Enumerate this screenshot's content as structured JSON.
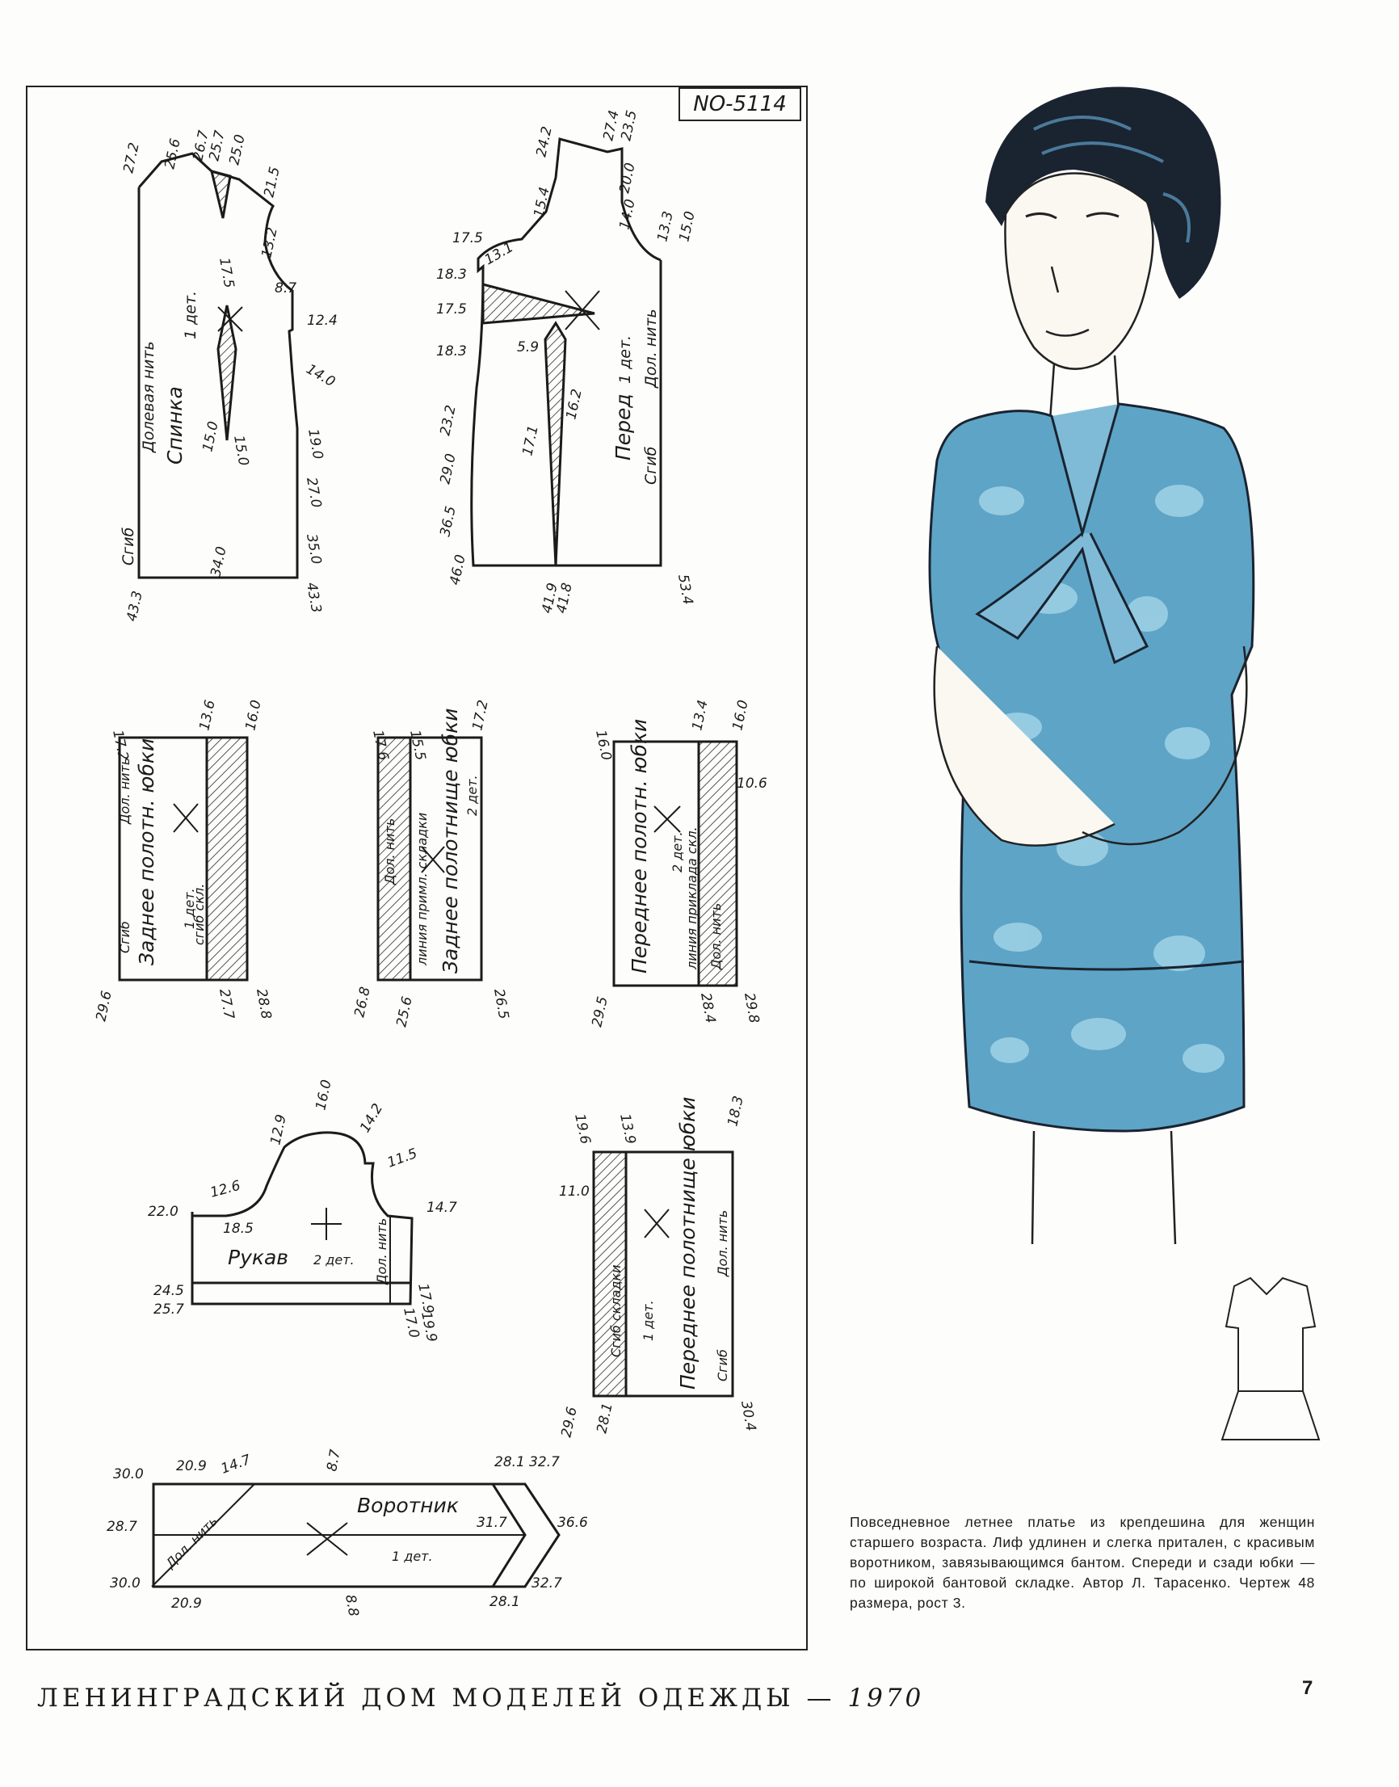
{
  "pattern_code": "NO-5114",
  "pieces": {
    "back": {
      "title": "Спинка",
      "count": "1 дет.",
      "grain": "Долевая нить",
      "fold": "Сгиб",
      "measures": [
        "27.2",
        "25.6",
        "26.7",
        "25.7",
        "25.0",
        "21.5",
        "17.5",
        "13.2",
        "8.7",
        "12.4",
        "14.0",
        "19.0",
        "27.0",
        "35.0",
        "15.0",
        "15.0",
        "34.0",
        "43.3",
        "43.3"
      ]
    },
    "front": {
      "title": "Перед",
      "count": "1 дет.",
      "grain": "Дол. нить",
      "fold": "Сгиб",
      "measures": [
        "24.2",
        "27.4",
        "23.5",
        "20.0",
        "14.0",
        "17.5",
        "13.1",
        "15.4",
        "18.3",
        "17.5",
        "18.3",
        "5.9",
        "16.2",
        "17.1",
        "23.2",
        "29.0",
        "36.5",
        "46.0",
        "41.9",
        "41.8",
        "13.3",
        "15.0",
        "53.4"
      ]
    },
    "back_skirt": {
      "title": "Заднее полотн. юбки",
      "count": "1 дет.",
      "grain": "Дол. нить",
      "fold": "Сгиб",
      "fold_pleat": "сгиб скл.",
      "measures": [
        "17.2",
        "13.6",
        "16.0",
        "29.6",
        "27.7",
        "28.8"
      ]
    },
    "back_skirt_panel": {
      "title": "Заднее полотнище юбки",
      "count": "2 дет.",
      "grain": "Дол. нить",
      "pleat_line": "линия примл. складки",
      "measures": [
        "17.6",
        "15.5",
        "17.2",
        "26.8",
        "25.6",
        "26.5"
      ]
    },
    "front_skirt_panel": {
      "title": "Переднее полотн. юбки",
      "count": "2 дет.",
      "grain": "Дол. нить",
      "pleat_line": "линия приклада скл.",
      "measures": [
        "16.0",
        "13.4",
        "16.0",
        "10.6",
        "29.5",
        "28.4",
        "29.8"
      ]
    },
    "sleeve": {
      "title": "Рукав",
      "count": "2 дет.",
      "grain": "Дол. нить",
      "measures": [
        "16.0",
        "12.9",
        "14.2",
        "11.5",
        "12.6",
        "22.0",
        "18.5",
        "14.7",
        "24.5",
        "25.7",
        "17.9",
        "17.0",
        "19.9"
      ]
    },
    "front_skirt": {
      "title": "Переднее полотнище юбки",
      "count": "1 дет.",
      "grain": "Дол. нить",
      "fold": "Сгиб",
      "fold_pleat": "Сгиб складки",
      "measures": [
        "19.6",
        "13.9",
        "18.3",
        "11.0",
        "29.6",
        "28.1",
        "30.4"
      ]
    },
    "collar": {
      "title": "Воротник",
      "count": "1 дет.",
      "grain": "Дол. нить",
      "measures": [
        "30.0",
        "20.9",
        "14.7",
        "8.7",
        "28.1",
        "32.7",
        "28.7",
        "31.7",
        "36.6",
        "30.0",
        "20.9",
        "8.8",
        "28.1",
        "32.7"
      ]
    }
  },
  "caption": "Повседневное летнее платье из крепдешина для женщин старшего возраста. Лиф удлинен и слегка притален, с красивым воротником, завязывающимся бантом. Спереди и сзади юбки — по широкой бантовой складке. Автор Л. Тарасенко. Чертеж 48 размера, рост 3.",
  "footer": {
    "publisher": "ЛЕНИНГРАДСКИЙ ДОМ МОДЕЛЕЙ ОДЕЖДЫ —",
    "year": "1970"
  },
  "page_number": "7",
  "colors": {
    "dress_blue": "#5ea4c6",
    "dress_pattern": "#9cd0e4",
    "hair": "#1a2330",
    "ink": "#1b1b1b",
    "hatch": "#555555"
  }
}
